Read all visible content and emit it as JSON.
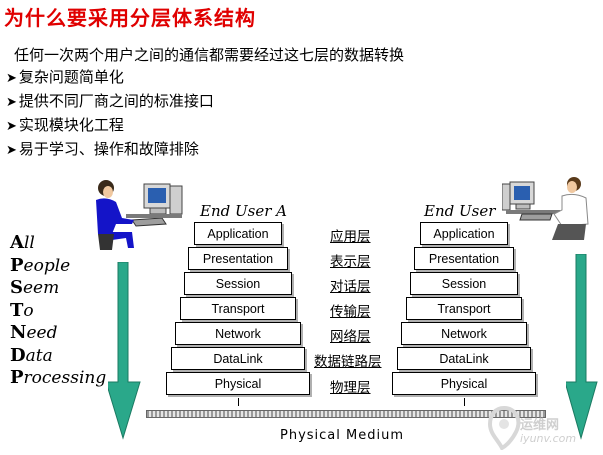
{
  "title": "为什么要采用分层体系结构",
  "intro": "任何一次两个用户之间的通信都需要经过这七层的数据转换",
  "bullets": [
    "复杂问题简单化",
    "提供不同厂商之间的标准接口",
    "实现模块化工程",
    "易于学习、操作和故障排除"
  ],
  "bullet_icon": "arrowhead-right",
  "mnemonic": [
    {
      "initial": "A",
      "rest": "ll"
    },
    {
      "initial": "P",
      "rest": "eople"
    },
    {
      "initial": "S",
      "rest": "eem"
    },
    {
      "initial": "T",
      "rest": "o"
    },
    {
      "initial": "N",
      "rest": "eed"
    },
    {
      "initial": "D",
      "rest": "ata"
    },
    {
      "initial": "P",
      "rest": "rocessing"
    }
  ],
  "stack_a": {
    "title": "End User A",
    "layers": [
      "Application",
      "Presentation",
      "Session",
      "Transport",
      "Network",
      "DataLink",
      "Physical"
    ]
  },
  "stack_b": {
    "title": "End User",
    "layers": [
      "Application",
      "Presentation",
      "Session",
      "Transport",
      "Network",
      "DataLink",
      "Physical"
    ]
  },
  "chinese_layers": [
    "应用层",
    "表示层",
    "对话层",
    "传输层",
    "网络层",
    "数据链路层",
    "物理层"
  ],
  "medium_label": "Physical  Medium",
  "watermark": {
    "line1": "运维网",
    "line2": "iyunv.com"
  },
  "colors": {
    "title": "#e00000",
    "arrow": "#2aa88a",
    "shirt_a": "#1414c8",
    "shirt_b": "#ffffff"
  },
  "icons": [
    "user-at-computer-left-icon",
    "user-at-computer-right-icon",
    "down-arrow-left-icon",
    "down-arrow-right-icon",
    "watermark-logo-icon"
  ]
}
